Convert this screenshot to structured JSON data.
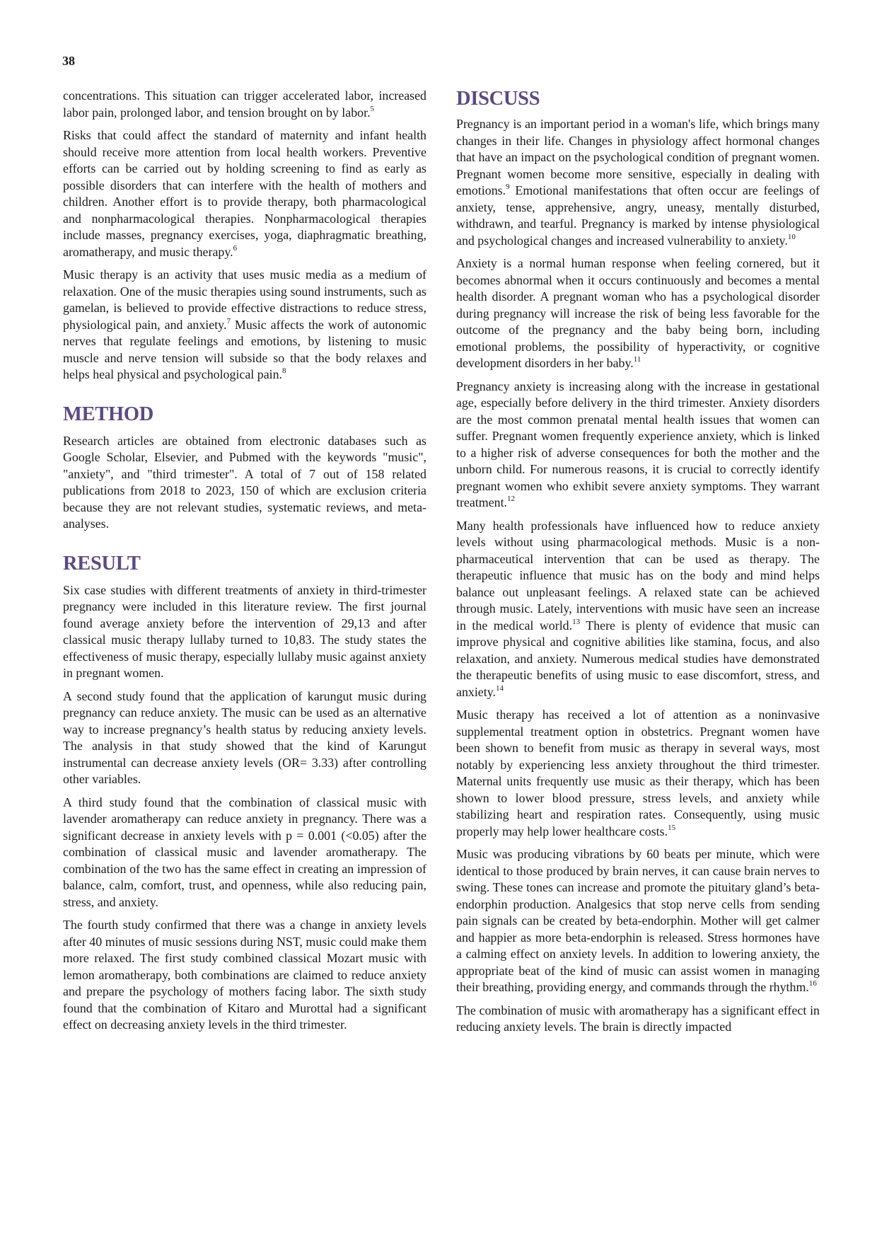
{
  "page_number": "38",
  "left_column": {
    "p1": {
      "text": "concentrations. This situation can trigger accelerated labor, increased labor pain, prolonged labor, and tension brought on by labor.",
      "ref": "5"
    },
    "p2": {
      "text": "Risks that could affect the standard of maternity and infant health should receive more attention from local health workers. Preventive efforts can be carried out by holding screening to find as early as possible disorders that can interfere with the health of mothers and children. Another effort is to provide therapy, both pharmacological and nonpharmacological therapies. Nonpharmacological therapies include masses, pregnancy exercises, yoga, diaphragmatic breathing, aromatherapy, and music therapy.",
      "ref": "6"
    },
    "p3": {
      "text_a": "Music therapy is an activity that uses music media as a medium of relaxation. One of the music therapies using sound instruments, such as gamelan, is believed to provide effective distractions to reduce stress, physiological pain, and anxiety.",
      "ref_a": "7",
      "text_b": " Music affects the work of autonomic nerves that regulate feelings and emotions, by listening to music muscle and nerve tension will subside so that the body relaxes and helps heal physical and psychological pain.",
      "ref_b": "8"
    },
    "method_heading": "METHOD",
    "method_text": "Research articles are obtained from electronic databases such as Google Scholar, Elsevier, and Pubmed with the keywords \"music\", \"anxiety\", and \"third trimester\". A total of 7 out of 158 related publications from 2018 to 2023, 150 of which are exclusion criteria because they are not relevant studies, systematic reviews, and meta-analyses.",
    "result_heading": "RESULT",
    "result_p1": "Six case studies with different treatments of anxiety in third-trimester pregnancy were included in this literature review. The first journal found average anxiety before the intervention of 29,13 and after classical music therapy lullaby turned to 10,83. The study states the effectiveness of music therapy, especially lullaby music against anxiety in pregnant women.",
    "result_p2": "A second study found that the application of karungut music during pregnancy can reduce anxiety. The music can be used as an alternative way to increase pregnancy’s health status by reducing anxiety levels. The analysis in that study showed that the kind of Karungut instrumental can decrease anxiety levels (OR= 3.33) after controlling other variables.",
    "result_p3": "A third study found that the combination of classical music with lavender aromatherapy can reduce anxiety in pregnancy. There was a significant decrease in anxiety levels with p = 0.001 (<0.05) after the combination of classical music and lavender aromatherapy. The combination of the two has the same effect in creating an impression of balance, calm, comfort, trust, and openness, while also reducing pain, stress, and anxiety.",
    "result_p4": "The fourth study confirmed that there was a change in anxiety levels after 40 minutes of music sessions during NST, music could make them more relaxed. The first study combined classical Mozart music with lemon aromatherapy, both combinations are claimed to reduce anxiety and prepare the psychology of mothers facing labor. The sixth study found that the combination of Kitaro and Murottal had a significant effect on decreasing anxiety levels in the third trimester."
  },
  "right_column": {
    "discuss_heading": "DISCUSS",
    "d1": {
      "text_a": "Pregnancy is an important period in a woman's life, which brings many changes in their life. Changes in physiology affect hormonal changes that have an impact on the psychological condition of pregnant women. Pregnant women become more sensitive, especially in dealing with emotions.",
      "ref_a": "9",
      "text_b": " Emotional manifestations that often occur are feelings of anxiety, tense, apprehensive, angry, uneasy, mentally disturbed, withdrawn, and tearful. Pregnancy is marked by intense physiological and psychological changes and increased vulnerability to anxiety.",
      "ref_b": "10"
    },
    "d2": {
      "text": "Anxiety is a normal human response when feeling cornered, but it becomes abnormal when it occurs continuously and becomes a mental health disorder. A pregnant woman who has a psychological disorder during pregnancy will increase the risk of being less favorable for the outcome of the pregnancy and the baby being born, including emotional problems, the possibility of hyperactivity, or cognitive development disorders in her baby.",
      "ref": "11"
    },
    "d3": {
      "text": "Pregnancy anxiety is increasing along with the increase in gestational age, especially before delivery in the third trimester. Anxiety disorders are the most common prenatal mental health issues that women can suffer. Pregnant women frequently experience anxiety, which is linked to a higher risk of adverse consequences for both the mother and the unborn child. For numerous reasons, it is crucial to correctly identify pregnant women who exhibit severe anxiety symptoms. They warrant treatment.",
      "ref": "12"
    },
    "d4": {
      "text_a": "Many health professionals have influenced how to reduce anxiety levels without using pharmacological methods. Music is a non-pharmaceutical intervention that can be used as therapy. The therapeutic influence that music has on the body and mind helps balance out unpleasant feelings. A relaxed state can be achieved through music. Lately, interventions with music have seen an increase in the medical world.",
      "ref_a": "13",
      "text_b": " There is plenty of evidence that music can improve physical and cognitive abilities like stamina, focus, and also relaxation, and anxiety. Numerous medical studies have demonstrated the therapeutic benefits of using music to ease discomfort, stress, and anxiety.",
      "ref_b": "14"
    },
    "d5": {
      "text": "Music therapy has received a lot of attention as a noninvasive supplemental treatment option in obstetrics. Pregnant women have been shown to benefit from music as therapy in several ways, most notably by experiencing less anxiety throughout the third trimester. Maternal units frequently use music as their therapy, which has been shown to lower blood pressure, stress levels, and anxiety while stabilizing heart and respiration rates. Consequently, using music properly may help lower healthcare costs.",
      "ref": "15"
    },
    "d6": {
      "text": "Music was producing vibrations by 60 beats per minute, which were identical to those produced by brain nerves, it can cause brain nerves to swing. These tones can increase and promote the pituitary gland’s beta-endorphin production. Analgesics that stop nerve cells from sending pain signals can be created by beta-endorphin. Mother will get calmer and happier as more beta-endorphin is released. Stress hormones have a calming effect on anxiety levels. In addition to lowering anxiety, the appropriate beat of the kind of music can assist women in managing their breathing, providing energy, and commands through the rhythm.",
      "ref": "16"
    },
    "d7": {
      "text": "The combination of music with aromatherapy has a significant effect in reducing anxiety levels. The brain is directly impacted"
    }
  }
}
